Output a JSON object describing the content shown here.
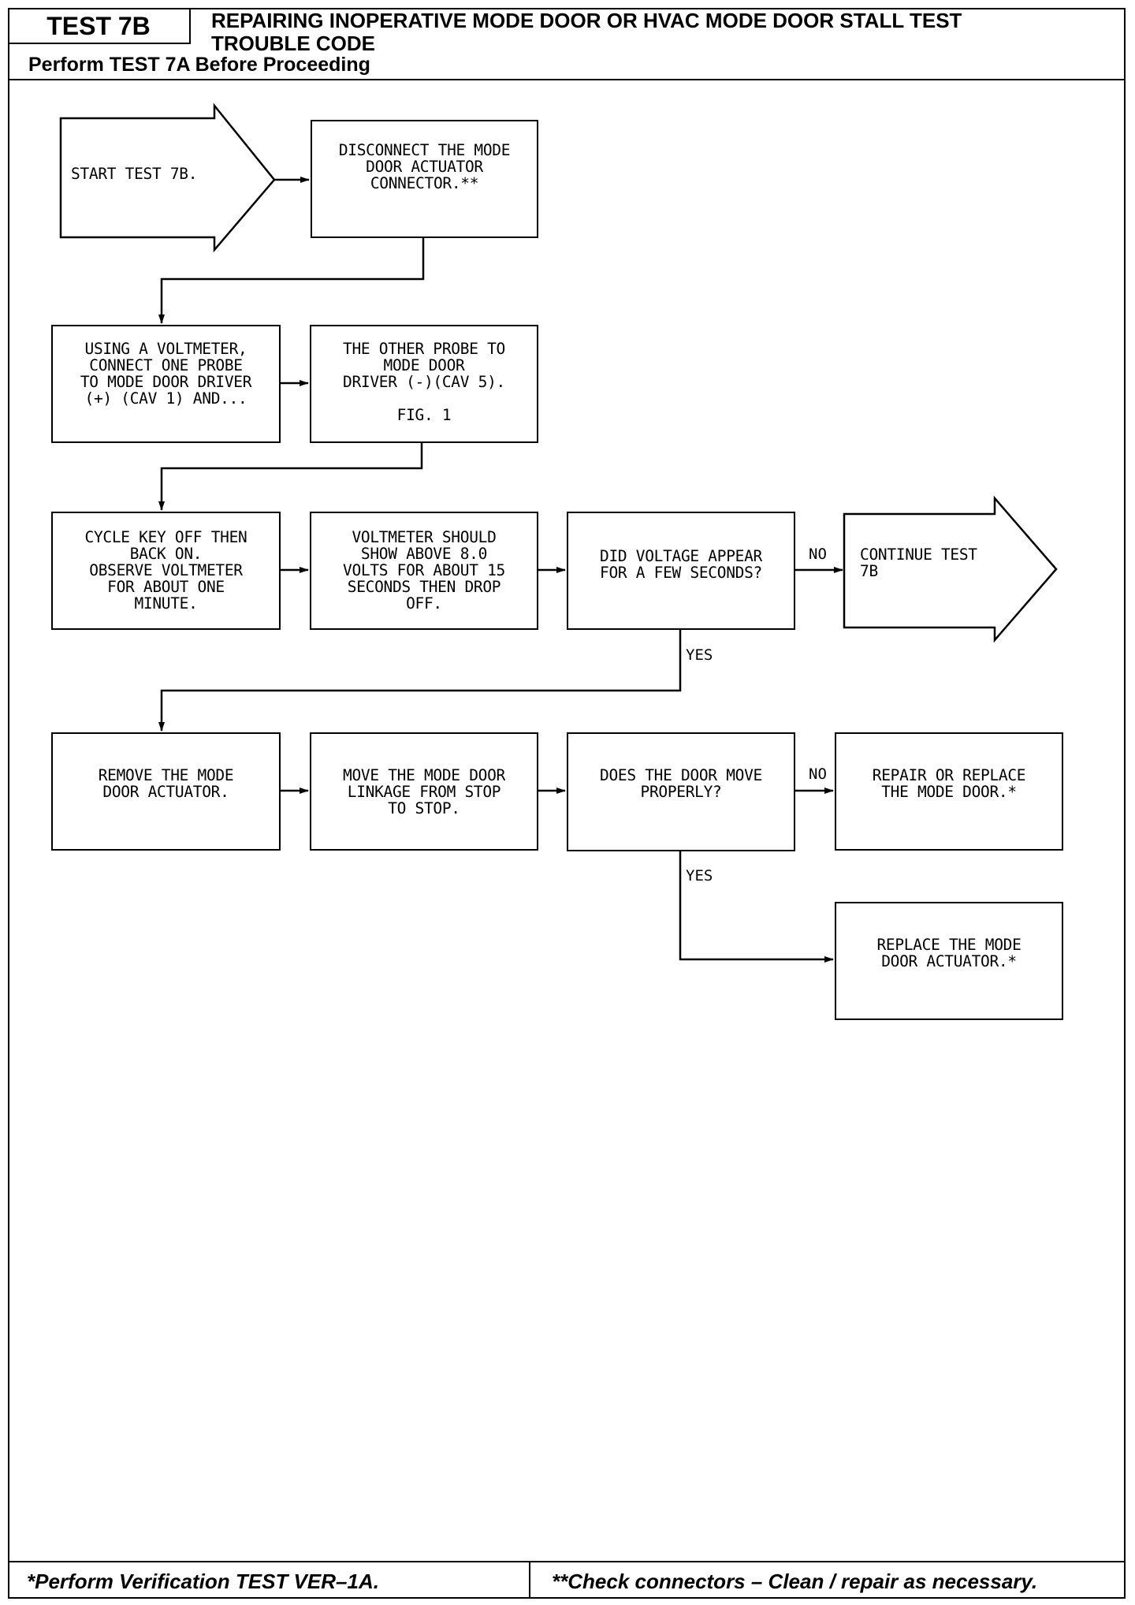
{
  "header": {
    "test_id": "TEST 7B",
    "title": "REPAIRING INOPERATIVE MODE DOOR OR HVAC MODE DOOR STALL TEST\nTROUBLE CODE",
    "subtitle": "Perform TEST 7A Before Proceeding"
  },
  "flow": {
    "start": "START TEST 7B.",
    "disconnect": "DISCONNECT THE MODE\nDOOR ACTUATOR\nCONNECTOR.**",
    "voltmeter": "USING A VOLTMETER,\nCONNECT ONE PROBE\nTO MODE DOOR DRIVER\n(+) (CAV 1) AND...",
    "other_probe": "THE OTHER PROBE TO\nMODE DOOR\nDRIVER (-)(CAV 5).\n\nFIG. 1",
    "cycle_key": "CYCLE KEY OFF THEN\nBACK ON.\nOBSERVE VOLTMETER\nFOR ABOUT ONE\nMINUTE.",
    "should_show": "VOLTMETER SHOULD\nSHOW ABOVE 8.0\nVOLTS FOR ABOUT 15\nSECONDS THEN DROP\nOFF.",
    "did_voltage": "DID VOLTAGE APPEAR\nFOR A FEW SECONDS?",
    "continue": "CONTINUE TEST\n7B",
    "remove_actuator": "REMOVE THE MODE\nDOOR ACTUATOR.",
    "move_linkage": "MOVE THE MODE DOOR\nLINKAGE FROM STOP\nTO STOP.",
    "door_move": "DOES THE DOOR MOVE\nPROPERLY?",
    "repair_door": "REPAIR OR REPLACE\nTHE MODE DOOR.*",
    "replace_actuator": "REPLACE THE MODE\nDOOR ACTUATOR.*"
  },
  "labels": {
    "no_1": "NO",
    "yes_1": "YES",
    "no_2": "NO",
    "yes_2": "YES"
  },
  "footer": {
    "left": "*Perform Verification TEST VER–1A.",
    "right": "**Check connectors  –  Clean / repair as necessary."
  }
}
